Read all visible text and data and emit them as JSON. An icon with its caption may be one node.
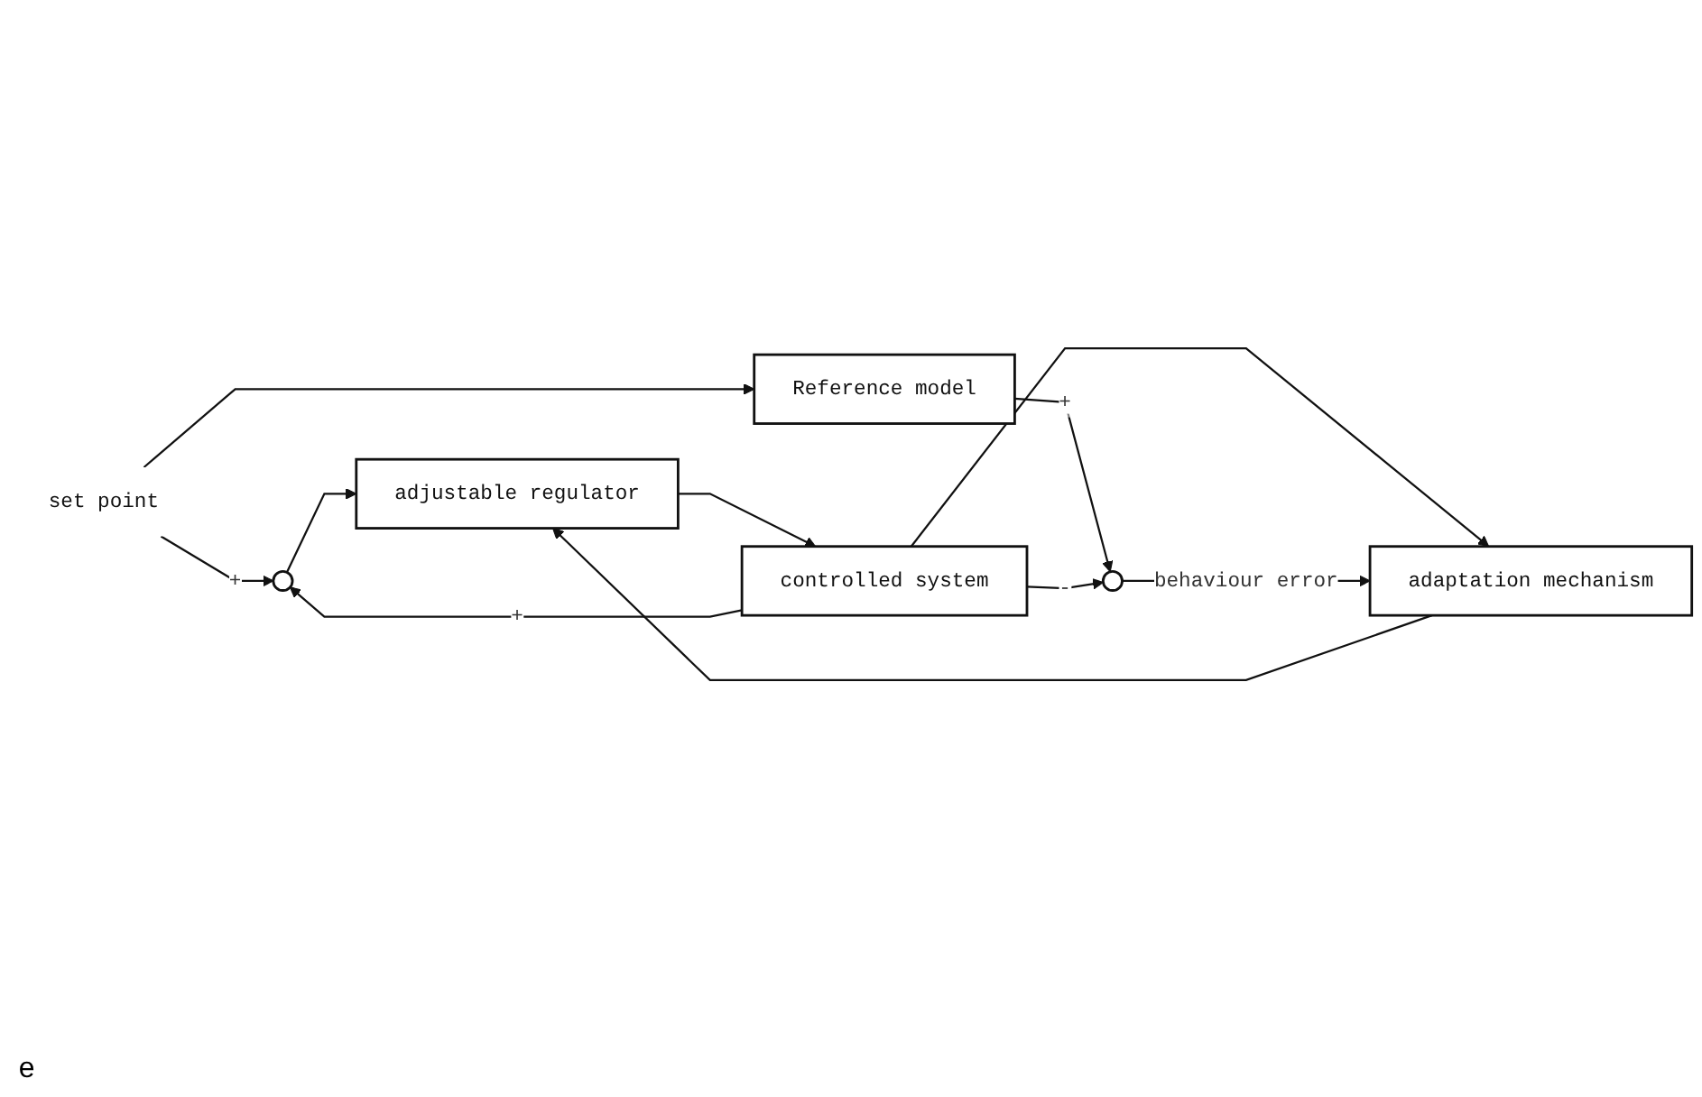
{
  "diagram": {
    "nodes": [
      {
        "text": [
          "Reference model"
        ]
      },
      {
        "text": [
          "set point"
        ]
      },
      {
        "text": [],
        "shape": "circle"
      },
      {
        "text": [
          "adjustable regulator"
        ]
      },
      {
        "text": [
          "controlled system"
        ]
      },
      {
        "text": [],
        "shape": "circle"
      },
      {
        "text": [
          "adaptation mechanism"
        ]
      }
    ],
    "edges": [
      {
        "from": 1,
        "to": 2,
        "arrow": "to",
        "label": "+"
      },
      {
        "from": 1,
        "to": 0,
        "arrow": "to"
      },
      {
        "from": 2,
        "to": 3,
        "arrow": "to"
      },
      {
        "from": 3,
        "to": 4,
        "arrow": "to"
      },
      {
        "from": 0,
        "to": 5,
        "arrow": "to",
        "label": "+"
      },
      {
        "from": 4,
        "to": 5,
        "arrow": "to",
        "label": "-"
      },
      {
        "from": 4,
        "to": 2,
        "arrow": "to",
        "label": "+"
      },
      {
        "from": 4,
        "to": 6,
        "arrow": "to"
      },
      {
        "from": 6,
        "to": 3,
        "arrow": "to"
      },
      {
        "from": 5,
        "to": 6,
        "arrow": "to",
        "label": "behaviour error"
      }
    ],
    "labels": [
      "e"
    ]
  }
}
